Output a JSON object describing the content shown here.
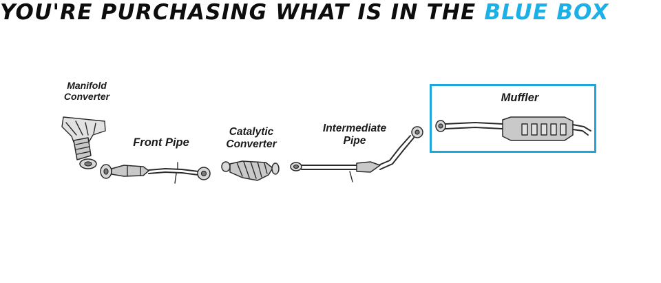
{
  "header": {
    "title_main": "YOU'RE PURCHASING WHAT IS IN THE ",
    "title_accent": "BLUE BOX",
    "accent_color": "#1cb0e6"
  },
  "diagram": {
    "highlight_color": "#1ea6dc",
    "highlighted_part": "Muffler",
    "parts": [
      {
        "label_lines": [
          "Manifold",
          "Converter"
        ]
      },
      {
        "label_lines": [
          "Front Pipe"
        ]
      },
      {
        "label_lines": [
          "Catalytic",
          "Converter"
        ]
      },
      {
        "label_lines": [
          "Intermediate",
          "Pipe"
        ]
      },
      {
        "label_lines": [
          "Muffler"
        ]
      }
    ]
  }
}
